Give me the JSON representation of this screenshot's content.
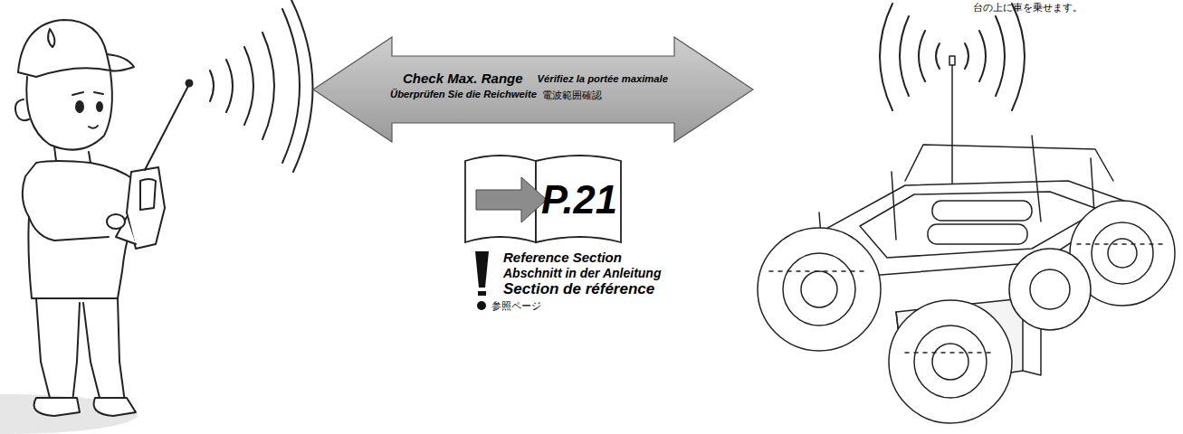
{
  "diagram": {
    "nodes": [
      {
        "text": [
          "Check Max. Range",
          "Überprüfen Sie die Reichweite",
          "Vérifiez la portée maximale",
          "電波範囲確認"
        ]
      },
      {
        "text": [
          "P.21"
        ]
      }
    ],
    "labels": [
      "Reference Section",
      "Abschnitt in der Anleitung",
      "Section de référence",
      "参照ページ",
      "台の上に車を乗せます。"
    ]
  }
}
